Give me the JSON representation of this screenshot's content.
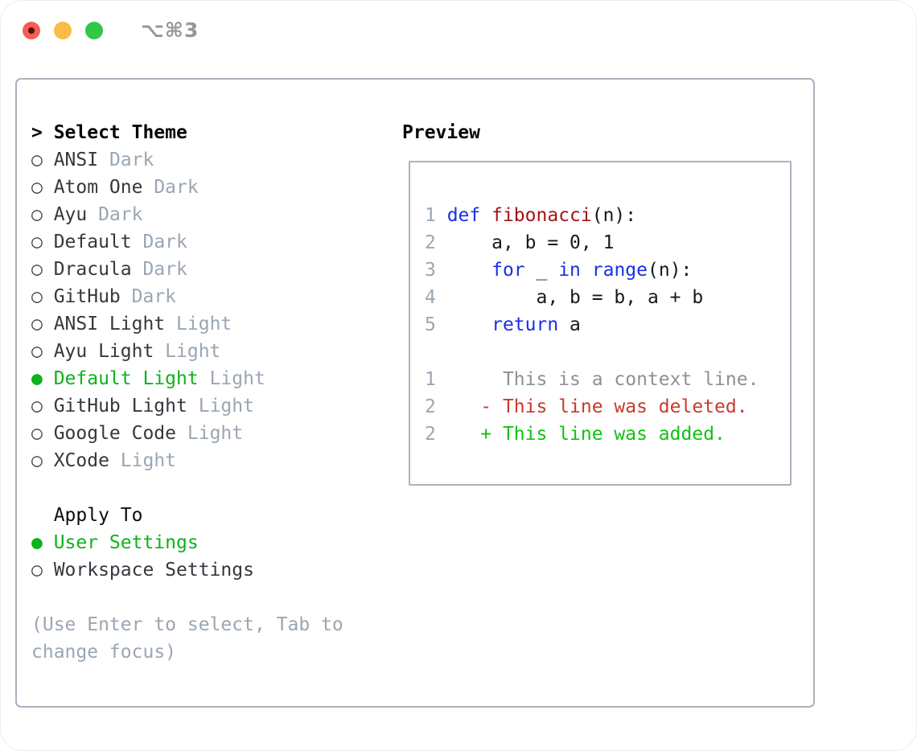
{
  "window": {
    "title": "⌥⌘3",
    "traffic_lights": [
      {
        "name": "close",
        "color": "#f35e55",
        "modified_dot_color": "#5f0b06"
      },
      {
        "name": "minimize",
        "color": "#f7bd45"
      },
      {
        "name": "zoom",
        "color": "#33c748"
      }
    ]
  },
  "colors": {
    "accent_green": "#0cb31a",
    "added_green": "#13c113",
    "deleted_red": "#c93a2b",
    "function_red": "#a31515",
    "keyword_blue": "#1730e8",
    "muted_gray": "#9aa6b3",
    "context_gray": "#8c9198",
    "line_number_gray": "#9aa7b4",
    "list_text": "#34383e",
    "code_text": "#17191d",
    "heading_text": "#050505",
    "border_gray": "#aab2bd",
    "title_gray": "#96969b"
  },
  "theme_panel": {
    "focus_marker": ">",
    "header": "Select Theme",
    "marker_unselected": "○",
    "marker_selected": "●",
    "themes": [
      {
        "name": "ANSI",
        "variant": "Dark",
        "selected": false
      },
      {
        "name": "Atom One",
        "variant": "Dark",
        "selected": false
      },
      {
        "name": "Ayu",
        "variant": "Dark",
        "selected": false
      },
      {
        "name": "Default",
        "variant": "Dark",
        "selected": false
      },
      {
        "name": "Dracula",
        "variant": "Dark",
        "selected": false
      },
      {
        "name": "GitHub",
        "variant": "Dark",
        "selected": false
      },
      {
        "name": "ANSI Light",
        "variant": "Light",
        "selected": false
      },
      {
        "name": "Ayu Light",
        "variant": "Light",
        "selected": false
      },
      {
        "name": "Default Light",
        "variant": "Light",
        "selected": true
      },
      {
        "name": "GitHub Light",
        "variant": "Light",
        "selected": false
      },
      {
        "name": "Google Code",
        "variant": "Light",
        "selected": false
      },
      {
        "name": "XCode",
        "variant": "Light",
        "selected": false
      }
    ],
    "apply_section": {
      "header": "Apply To",
      "options": [
        {
          "label": "User Settings",
          "selected": true
        },
        {
          "label": "Workspace Settings",
          "selected": false
        }
      ]
    },
    "hint": "(Use Enter to select, Tab to change focus)"
  },
  "preview": {
    "header": "Preview",
    "lines": [
      [
        {
          "t": "ln",
          "s": "1 "
        },
        {
          "t": "kw",
          "s": "def"
        },
        {
          "t": "plain",
          "s": " "
        },
        {
          "t": "fn",
          "s": "fibonacci"
        },
        {
          "t": "plain",
          "s": "(n):"
        }
      ],
      [
        {
          "t": "ln",
          "s": "2 "
        },
        {
          "t": "plain",
          "s": "    a, b = 0, 1"
        }
      ],
      [
        {
          "t": "ln",
          "s": "3 "
        },
        {
          "t": "plain",
          "s": "    "
        },
        {
          "t": "kw",
          "s": "for"
        },
        {
          "t": "plain",
          "s": " _ "
        },
        {
          "t": "kw",
          "s": "in"
        },
        {
          "t": "plain",
          "s": " "
        },
        {
          "t": "kw",
          "s": "range"
        },
        {
          "t": "plain",
          "s": "(n):"
        }
      ],
      [
        {
          "t": "ln",
          "s": "4 "
        },
        {
          "t": "plain",
          "s": "        a, b = b, a + b"
        }
      ],
      [
        {
          "t": "ln",
          "s": "5 "
        },
        {
          "t": "plain",
          "s": "    "
        },
        {
          "t": "kw",
          "s": "return"
        },
        {
          "t": "plain",
          "s": " a"
        }
      ],
      [],
      [
        {
          "t": "ln",
          "s": "1 "
        },
        {
          "t": "ctx",
          "s": "     This is a context line."
        }
      ],
      [
        {
          "t": "ln",
          "s": "2 "
        },
        {
          "t": "del",
          "s": "   - This line was deleted."
        }
      ],
      [
        {
          "t": "ln",
          "s": "2 "
        },
        {
          "t": "add",
          "s": "   + This line was added."
        }
      ]
    ]
  }
}
